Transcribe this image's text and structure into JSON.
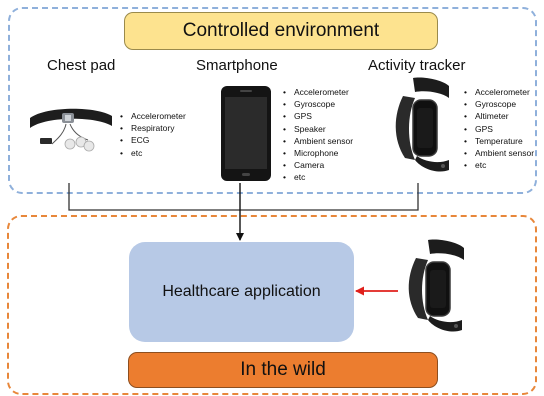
{
  "environments": {
    "controlled_label": "Controlled environment",
    "wild_label": "In the wild"
  },
  "devices": [
    {
      "name": "Chest pad",
      "sensors": [
        "Accelerometer",
        "Respiratory",
        "ECG",
        "etc"
      ]
    },
    {
      "name": "Smartphone",
      "sensors": [
        "Accelerometer",
        "Gyroscope",
        "GPS",
        "Speaker",
        "Ambient sensor",
        "Microphone",
        "Camera",
        "etc"
      ]
    },
    {
      "name": "Activity tracker",
      "sensors": [
        "Accelerometer",
        "Gyroscope",
        "Altimeter",
        "GPS",
        "Temperature",
        "Ambient sensor",
        "etc"
      ]
    }
  ],
  "application": {
    "label": "Healthcare application"
  },
  "colors": {
    "controlled_fill": "#fde38f",
    "wild_fill": "#ec7d2f",
    "app_fill": "#b7c9e6",
    "top_border": "#8fb0db",
    "bottom_border": "#e8873a",
    "wild_arrow": "#e0201b"
  }
}
